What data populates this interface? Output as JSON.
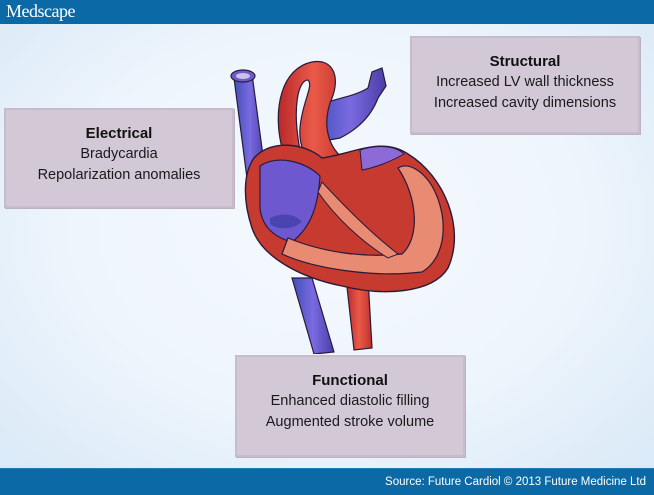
{
  "header": {
    "brand": "Medscape"
  },
  "boxes": {
    "structural": {
      "title": "Structural",
      "lines": [
        "Increased LV wall thickness",
        "Increased cavity dimensions"
      ]
    },
    "electrical": {
      "title": "Electrical",
      "lines": [
        "Bradycardia",
        "Repolarization anomalies"
      ]
    },
    "functional": {
      "title": "Functional",
      "lines": [
        "Enhanced diastolic filling",
        "Augmented stroke volume"
      ]
    }
  },
  "figure": {
    "subject": "heart-cross-section-illustration"
  },
  "footer": {
    "source": "Source: Future Cardiol © 2013 Future Medicine Ltd"
  },
  "colors": {
    "brand_bar": "#0b6aa6",
    "box_fill": "#d2c8d6",
    "artery_red": "#d8433a",
    "vein_blue": "#5a4bc8",
    "myocardium": "#e98a72"
  }
}
